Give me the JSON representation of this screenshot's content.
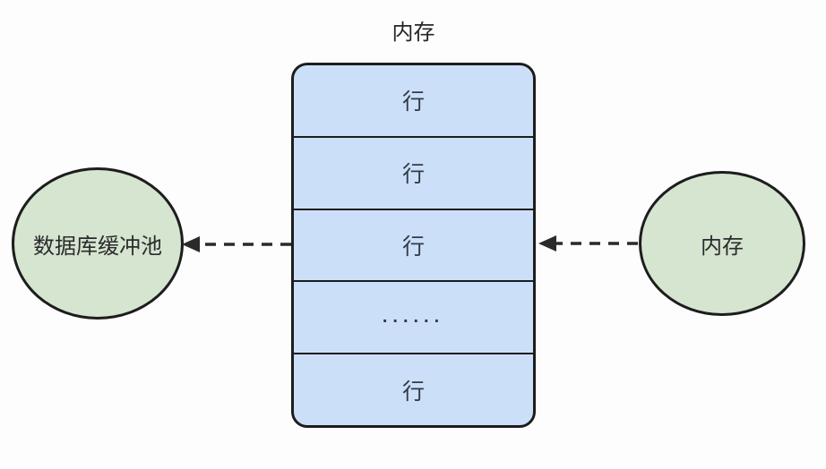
{
  "diagram": {
    "memory_table": {
      "title": "内存",
      "rows": [
        {
          "label": "行"
        },
        {
          "label": "行"
        },
        {
          "label": "行"
        },
        {
          "label": "......"
        },
        {
          "label": "行"
        }
      ]
    },
    "left_node": {
      "label": "数据库缓冲池"
    },
    "right_node": {
      "label": "内存"
    },
    "arrows": [
      {
        "name": "table-to-buffer-pool",
        "style": "dashed",
        "direction": "left"
      },
      {
        "name": "memory-to-table",
        "style": "dashed",
        "direction": "left"
      }
    ],
    "colors": {
      "background": "#fdfdfd",
      "table_fill": "#cbe0f8",
      "node_fill": "#d5e5d0",
      "stroke": "#1d1d1d",
      "arrow": "#2a2a2a",
      "text": "#2b2b2b"
    }
  }
}
